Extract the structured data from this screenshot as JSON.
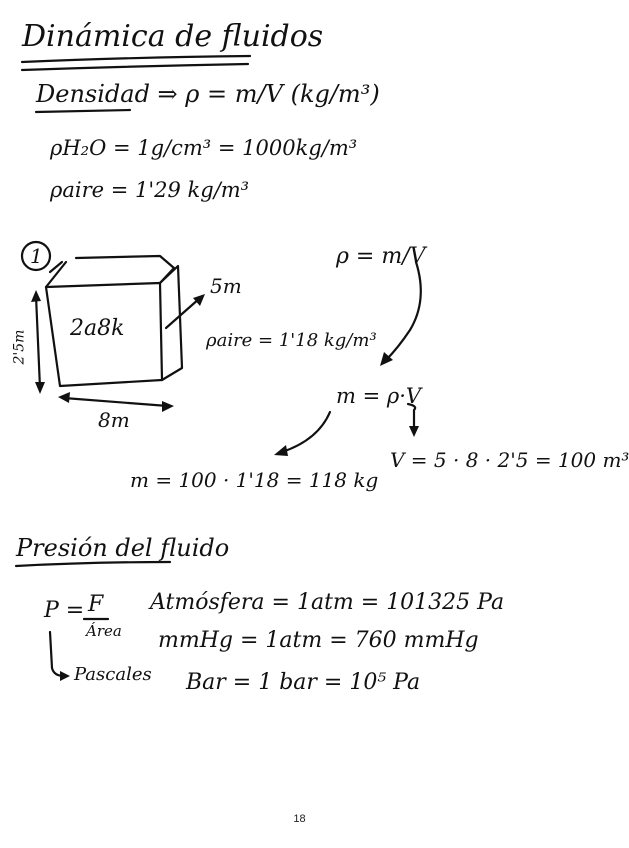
{
  "section1": {
    "title": "Dinámica de fluidos",
    "density_definition": "Densidad ⇒ ρ = m/V  (kg/m³)",
    "density_water": "ρH₂O = 1g/cm³ = 1000kg/m³",
    "density_air": "ρaire = 1'29 kg/m³"
  },
  "example": {
    "number": "1",
    "box_label": "2a8k",
    "height_label": "2'5m",
    "depth_label": "5m",
    "width_label": "8m",
    "air_density": "ρaire = 1'18 kg/m³",
    "formula": "ρ = m/V",
    "mass_formula": "m = ρ·V",
    "volume_calc": "V = 5 · 8 · 2'5 = 100 m³",
    "mass_calc": "m = 100 · 1'18 = 118 kg"
  },
  "section2": {
    "title": "Presión del fluido",
    "pressure_formula_p": "P =",
    "pressure_formula_num": "F",
    "pressure_formula_den": "Área",
    "pressure_unit": "Pascales",
    "atmosphere": "Atmósfera = 1atm = 101325 Pa",
    "mmhg": "mmHg = 1atm = 760 mmHg",
    "bar": "Bar = 1 bar = 10⁵ Pa"
  },
  "footer": {
    "page_number": "18"
  }
}
